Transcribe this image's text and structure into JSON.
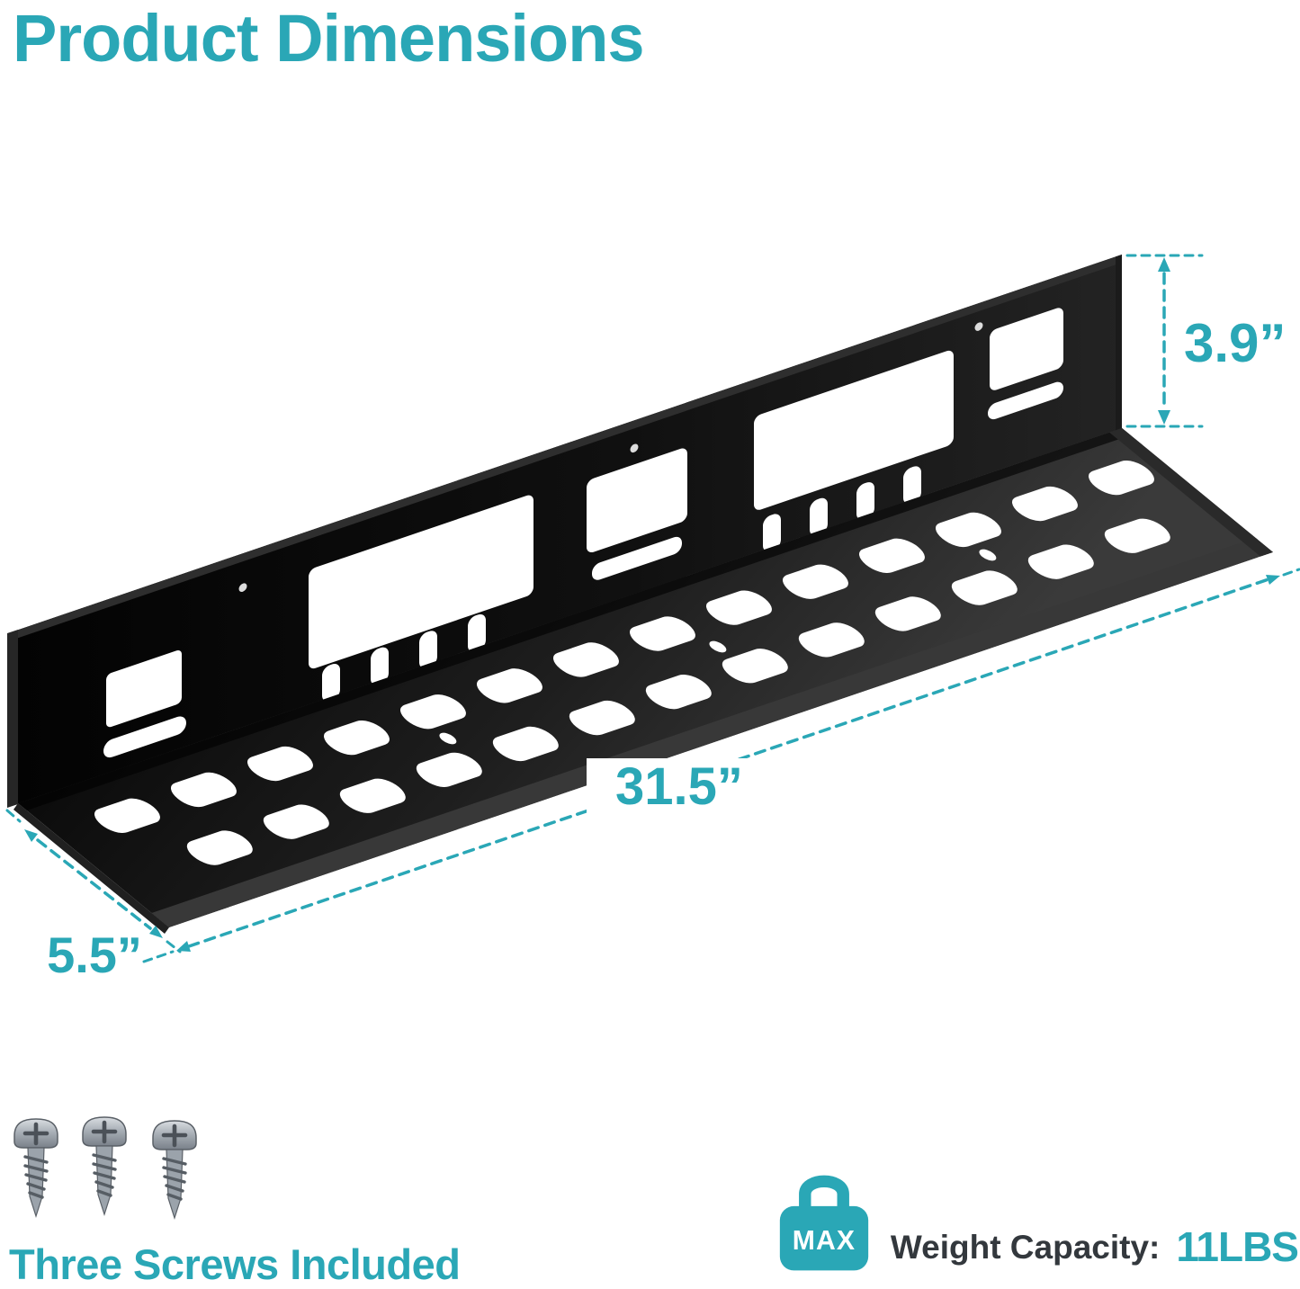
{
  "title": "Product Dimensions",
  "colors": {
    "accent": "#2aa7b6",
    "tray_black": "#101010",
    "screw_gray": "#9ba3ab",
    "dark_text": "#33383d"
  },
  "dimensions": {
    "height": "3.9”",
    "length": "31.5”",
    "depth": "5.5”"
  },
  "screws": {
    "count": 3,
    "label": "Three Screws Included"
  },
  "weight": {
    "badge": "MAX",
    "label": "Weight Capacity:",
    "value": "11LBS"
  },
  "icons": {
    "weight": "weight-max-icon",
    "screws": "screw-icon"
  }
}
